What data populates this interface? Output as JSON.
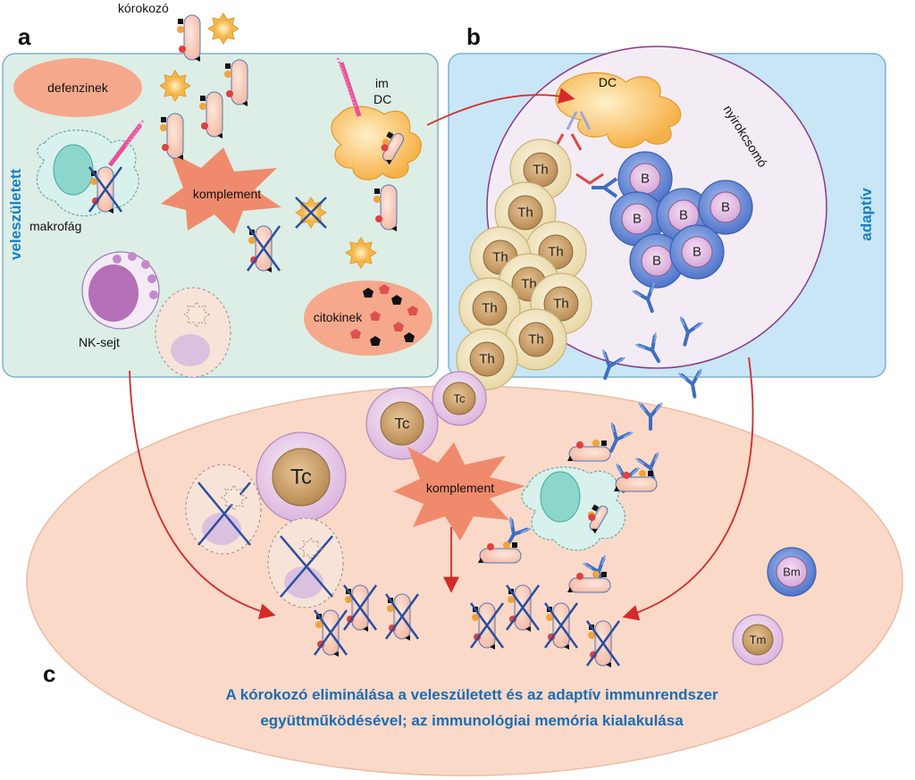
{
  "panels": {
    "a": "a",
    "b": "b",
    "c": "c"
  },
  "side_labels": {
    "innate": "veleszületett",
    "adaptive": "adaptív"
  },
  "labels": {
    "pathogen": "kórokozó",
    "defensins": "defenzinek",
    "complement": "komplement",
    "macrophage": "makrofág",
    "imdc_line1": "im",
    "imdc_line2": "DC",
    "nk_cell": "NK-sejt",
    "cytokines": "citokinek",
    "dc": "DC",
    "lymph_node": "nyirokcsomó",
    "th": "Th",
    "b": "B",
    "tc": "Tc",
    "bm": "Bm",
    "tm": "Tm"
  },
  "caption": {
    "line1": "A kórokozó eliminálása a veleszületett és az adaptív immunrendszer",
    "line2": "együttműködésével; az immunológiai memória kialakulása"
  },
  "colors": {
    "innate_panel": "#dceee6",
    "adaptive_panel": "#c8e6f5",
    "bottom_ellipse": "#fad9c8",
    "lymph_node": "#f4ecf4",
    "complement": "#f08a6c",
    "th_cell": "#f2e6c0",
    "b_cell": "#6a8fd8",
    "tc_cell": "#e6c8e8",
    "arrow": "#d42a2a",
    "label_blue": "#1a7fc4"
  }
}
